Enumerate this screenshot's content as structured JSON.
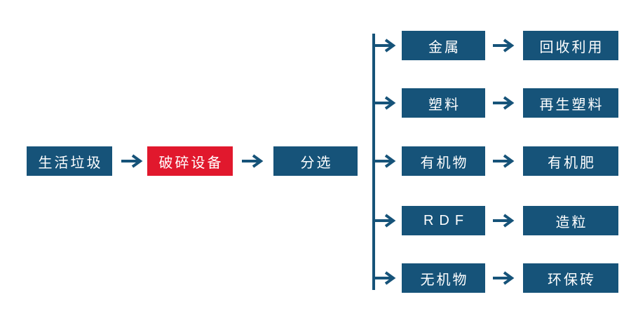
{
  "colors": {
    "node_blue": "#165379",
    "highlight_red": "#e1182d",
    "connector": "#165379",
    "node_text": "#ffffff"
  },
  "main_flow": {
    "nodes": [
      {
        "label": "生活垃圾"
      },
      {
        "label": "破碎设备",
        "highlight": true
      },
      {
        "label": "分选"
      }
    ]
  },
  "branches": [
    {
      "source": "金属",
      "result": "回收利用"
    },
    {
      "source": "塑料",
      "result": "再生塑料"
    },
    {
      "source": "有机物",
      "result": "有机肥"
    },
    {
      "source": "RDF",
      "result": "造粒"
    },
    {
      "source": "无机物",
      "result": "环保砖"
    }
  ]
}
